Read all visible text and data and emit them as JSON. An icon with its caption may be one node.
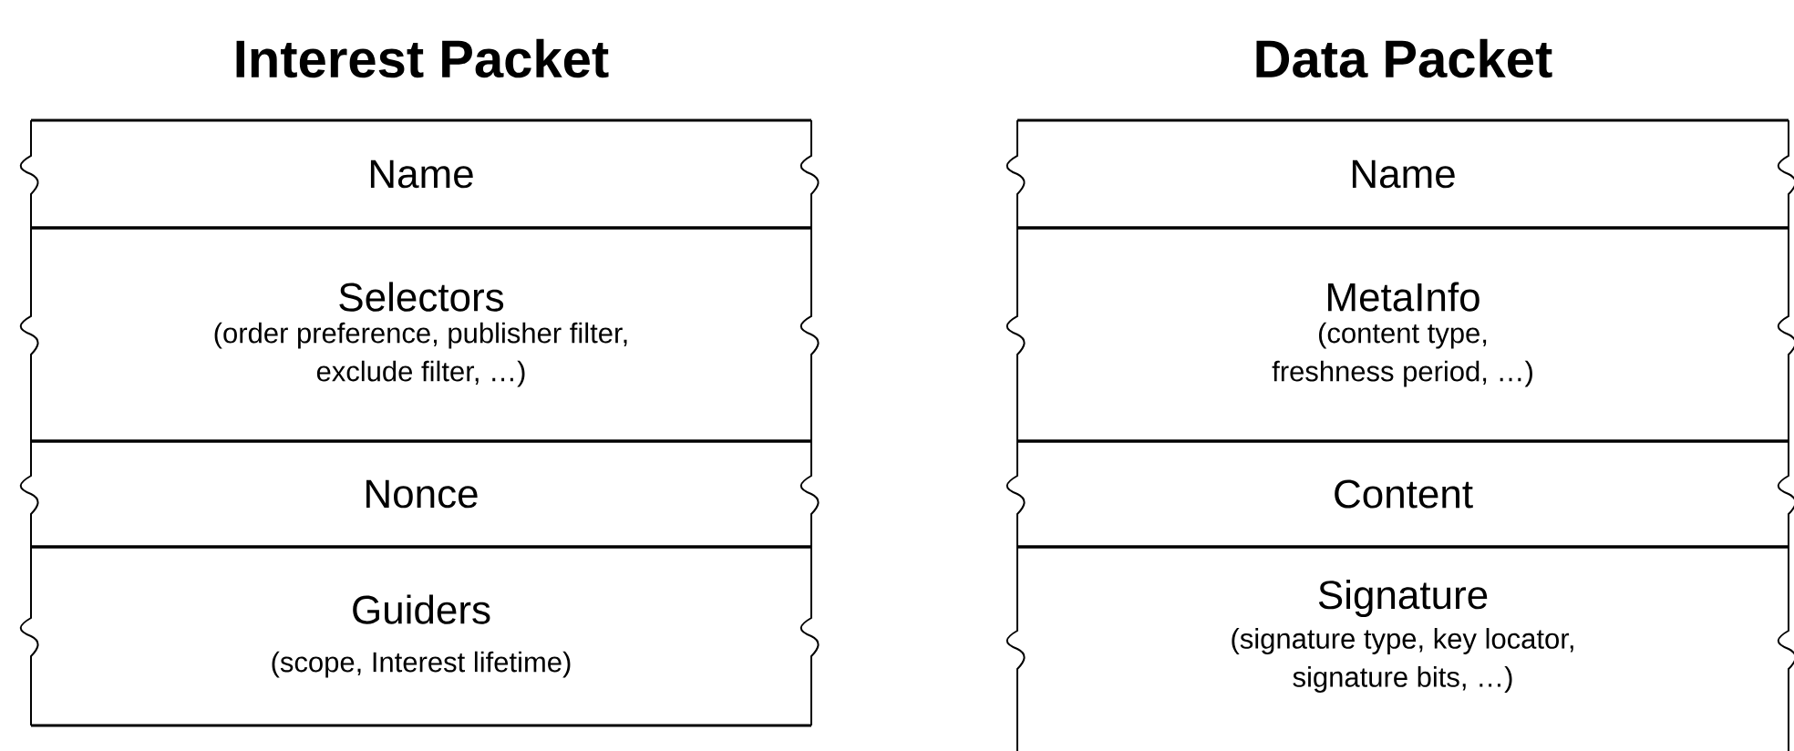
{
  "diagram": {
    "nodes": [
      {
        "text": [
          "Interest Packet"
        ]
      },
      {
        "text": [
          "Name"
        ],
        "in": 0
      },
      {
        "text": [
          "Selectors",
          "(order preference, publisher filter, exclude filter, …)"
        ],
        "in": 0
      },
      {
        "text": [
          "Nonce"
        ],
        "in": 0
      },
      {
        "text": [
          "Guiders",
          "(scope, Interest lifetime)"
        ],
        "in": 0
      },
      {
        "text": [
          "Data Packet"
        ]
      },
      {
        "text": [
          "Name"
        ],
        "in": 5
      },
      {
        "text": [
          "MetaInfo",
          "(content type, freshness period, …)"
        ],
        "in": 5
      },
      {
        "text": [
          "Content"
        ],
        "in": 5
      },
      {
        "text": [
          "Signature",
          "(signature type, key locator, signature bits, …)"
        ],
        "in": 5
      }
    ]
  }
}
